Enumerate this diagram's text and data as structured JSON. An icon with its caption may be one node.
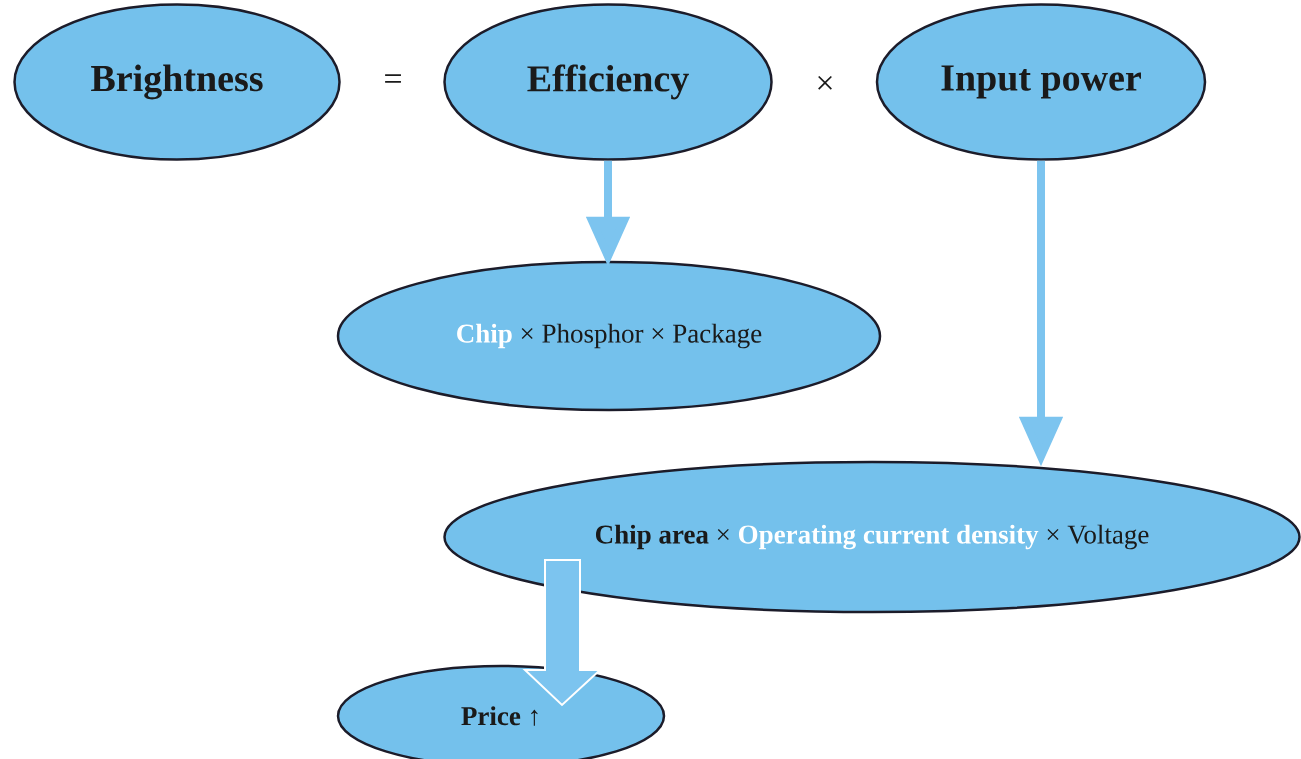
{
  "diagram": {
    "nodes": [
      {
        "text": [
          "Brightness"
        ]
      },
      {
        "text": [
          "Efficiency"
        ]
      },
      {
        "text": [
          "Input power"
        ]
      },
      {
        "text": [
          "Chip",
          "× Phosphor × Package"
        ]
      },
      {
        "text": [
          "Chip area",
          "×",
          "Operating current density",
          "× Voltage"
        ]
      },
      {
        "text": [
          "**Price** ↑"
        ]
      }
    ],
    "edges": [
      {
        "from": 1,
        "to": 3,
        "arrow": "to"
      },
      {
        "from": 2,
        "to": 4,
        "arrow": "to"
      },
      {
        "from": 4,
        "to": 5,
        "arrow": "to",
        "style": "thick"
      }
    ],
    "labels": [
      "=",
      "×"
    ]
  }
}
